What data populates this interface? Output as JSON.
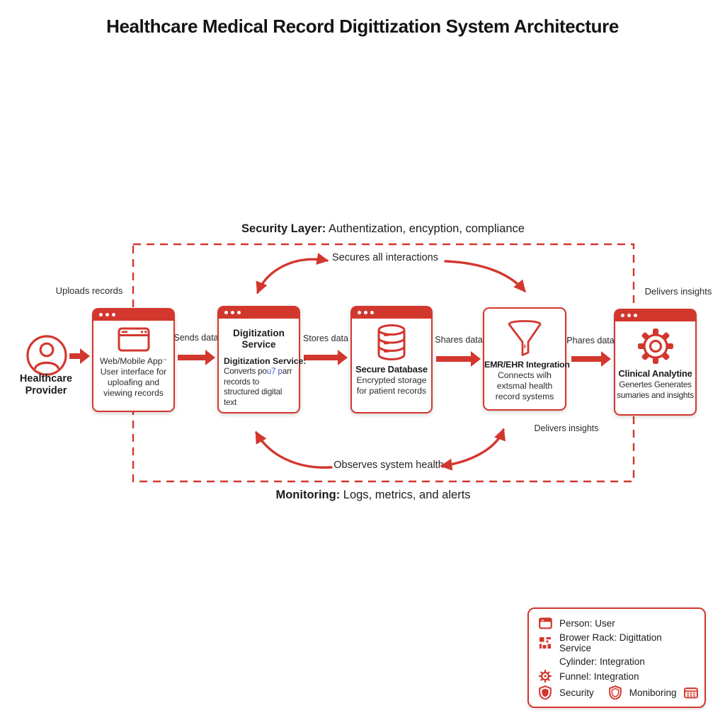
{
  "title": "Healthcare Medical Record Digittization System Architecture",
  "security": {
    "bold": "Security Layer:",
    "rest": " Authentization, encyption, compliance"
  },
  "monitoring": {
    "bold": "Monitoring:",
    "rest": " Logs, metrics, and alerts"
  },
  "actor": {
    "label": "Healthcare Provider"
  },
  "labels": {
    "uploads": "Uploads records",
    "sends": "Sends data",
    "stores": "Stores data",
    "shares": "Shares data",
    "phares": "Phares data",
    "delivers_top": "Delivers insights",
    "delivers_bottom": "Delivers insights",
    "secures": "Secures all interactions",
    "observes": "Observes system health"
  },
  "nodes": {
    "web_app": {
      "title": "Web/Mobile App⁻",
      "desc": "User interface for uploafing and viewing records"
    },
    "digitization": {
      "title": "Digitization Service",
      "subtitle": "Digitization Service:",
      "desc_pre": "Converts po",
      "desc_glitch": "u7 p",
      "desc_post": "arr records to structured digital text"
    },
    "database": {
      "title": "Secure Database",
      "desc": "Encrypted storage for patient records"
    },
    "emr": {
      "title": "EMR/EHR Integration",
      "desc": "Connects wilh extsmal health record systems"
    },
    "analytics": {
      "title": "Clinical Analytine",
      "desc": "Genertes Generates sumaries and insights"
    }
  },
  "legend": {
    "person": "Person: User",
    "brower_rack": "Brower Rack: Digittation Service",
    "cylinder": "Cylinder: Integration",
    "funnel": "Funnel: Integration",
    "security": "Security",
    "monitoring": "Moniboring"
  },
  "colors": {
    "accent": "#d2372e",
    "glitch_blue": "#4157c8"
  }
}
